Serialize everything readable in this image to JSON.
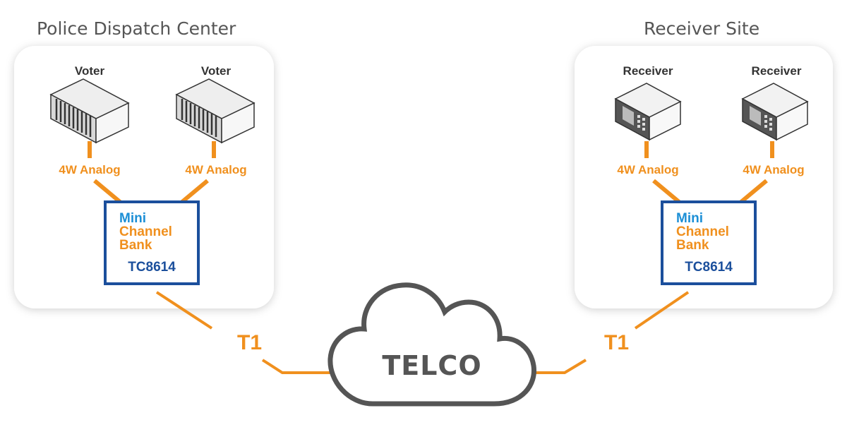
{
  "left_site": {
    "title": "Police Dispatch Center",
    "devices": [
      {
        "label": "Voter",
        "link_label": "4W Analog"
      },
      {
        "label": "Voter",
        "link_label": "4W Analog"
      }
    ],
    "channel_bank": {
      "line1": "Mini",
      "line2": "Channel",
      "line3": "Bank",
      "model": "TC8614"
    },
    "uplink_label": "T1"
  },
  "right_site": {
    "title": "Receiver Site",
    "devices": [
      {
        "label": "Receiver",
        "link_label": "4W Analog"
      },
      {
        "label": "Receiver",
        "link_label": "4W Analog"
      }
    ],
    "channel_bank": {
      "line1": "Mini",
      "line2": "Channel",
      "line3": "Bank",
      "model": "TC8614"
    },
    "uplink_label": "T1"
  },
  "network": {
    "label": "TELCO"
  },
  "colors": {
    "link": "#f0901e",
    "box_border": "#1b4f9c",
    "mini_text": "#1c8fd6",
    "title_text": "#555555",
    "panel_bg": "#ffffff",
    "cloud_stroke": "#555555"
  }
}
